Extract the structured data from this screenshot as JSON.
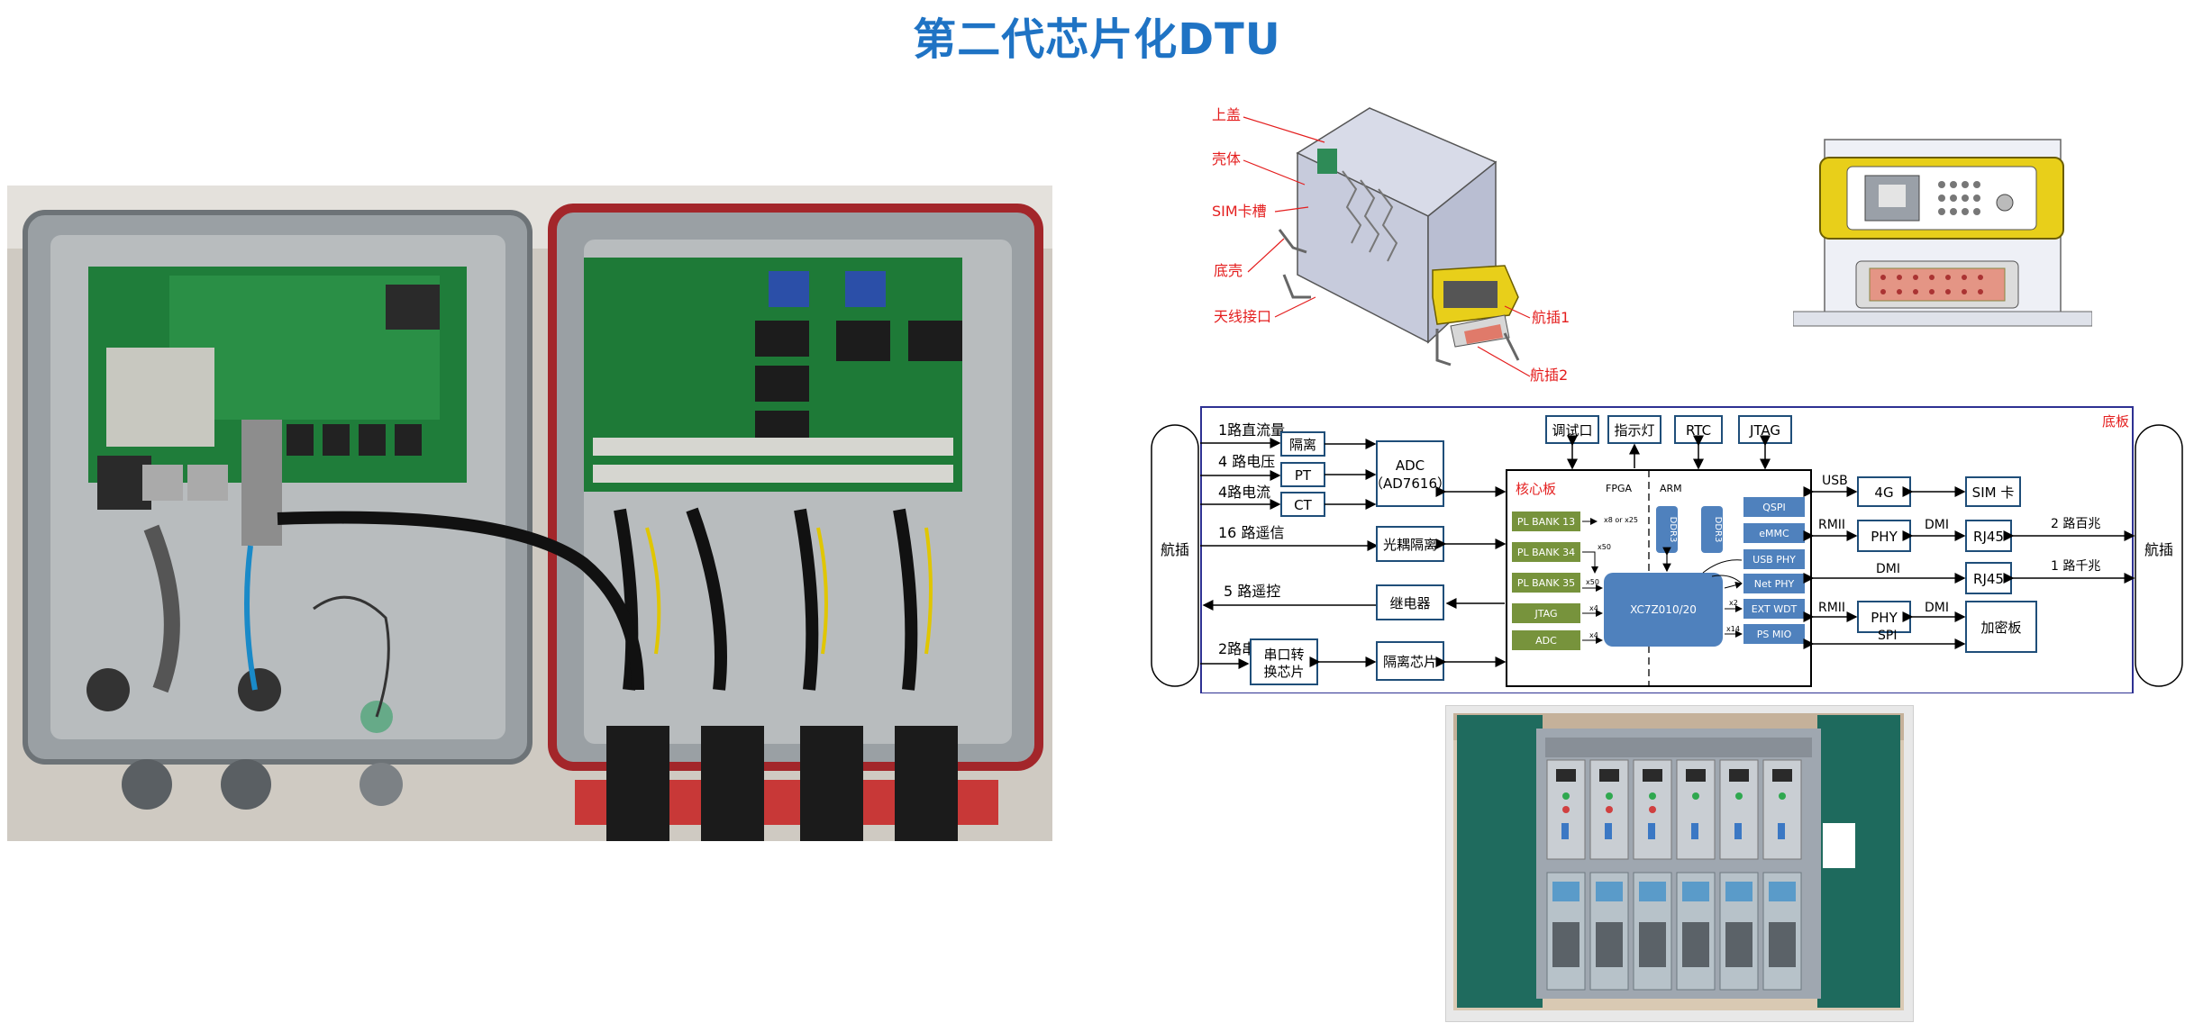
{
  "slide": {
    "title": "第二代芯片化DTU"
  },
  "enclosure_drawing": {
    "labels": {
      "top_cover": "上盖",
      "shell": "壳体",
      "sim_slot": "SIM卡槽",
      "bottom_shell": "底壳",
      "antenna": "天线接口",
      "aviation_plug_1": "航插1",
      "aviation_plug_2": "航插2"
    }
  },
  "block_diagram": {
    "base_board": "底板",
    "core_board": "核心板",
    "fpga": "FPGA",
    "arm": "ARM",
    "left_connector": "航插",
    "right_connector": "航插",
    "inputs": {
      "dc": "1路直流量",
      "voltage": "4 路电压",
      "current": "4路电流",
      "remote_signal": "16 路遥信",
      "remote_control": "5 路遥控",
      "serial": "2路串口"
    },
    "blocks": {
      "isolation": "隔离",
      "pt": "PT",
      "ct": "CT",
      "adc_1": "ADC",
      "adc_2": "（AD7616）",
      "optocoupler": "光耦隔离",
      "relay": "继电器",
      "isolation_chip": "隔离芯片",
      "uart_1": "串口转",
      "uart_2": "换芯片",
      "debug": "调试口",
      "indicator": "指示灯",
      "rtc": "RTC",
      "jtag_top": "JTAG",
      "bank13": "PL BANK 13",
      "bank34": "PL BANK 34",
      "bank35": "PL BANK 35",
      "jtag": "JTAG",
      "adc_small": "ADC",
      "ddr3_a": "DDR3",
      "ddr3_b": "DDR3",
      "soc": "XC7Z010/20",
      "qspi": "QSPI",
      "emmc": "eMMC",
      "usb_phy": "USB PHY",
      "net_phy": "Net PHY",
      "ext_wdt": "EXT WDT",
      "ps_mio": "PS MIO",
      "lte": "4G",
      "sim": "SIM 卡",
      "phy_1": "PHY",
      "phy_2": "PHY",
      "rj45_1": "RJ45",
      "rj45_2": "RJ45",
      "crypto": "加密板"
    },
    "bus_labels": {
      "usb": "USB",
      "rmii_1": "RMII",
      "rmii_2": "RMII",
      "dmi_1": "DMI",
      "dmi_2": "DMI",
      "dmi_3": "DMI",
      "spi": "SPI",
      "x8_x25": "x8 or x25",
      "x50_a": "x50",
      "x50_b": "x50",
      "x4_a": "x4",
      "x4_b": "x4",
      "x2": "x2",
      "x14": "x14"
    },
    "outputs": {
      "eth_100m": "2 路百兆",
      "eth_1000m": "1 路千兆"
    }
  },
  "colors": {
    "title": "#1f73c4",
    "diagram_border": "#2e3192",
    "pl_bank_green": "#77933c",
    "soc_blue": "#4f81bd",
    "label_red": "#e41e1e",
    "connector_yellow": "#e8cf1a"
  }
}
